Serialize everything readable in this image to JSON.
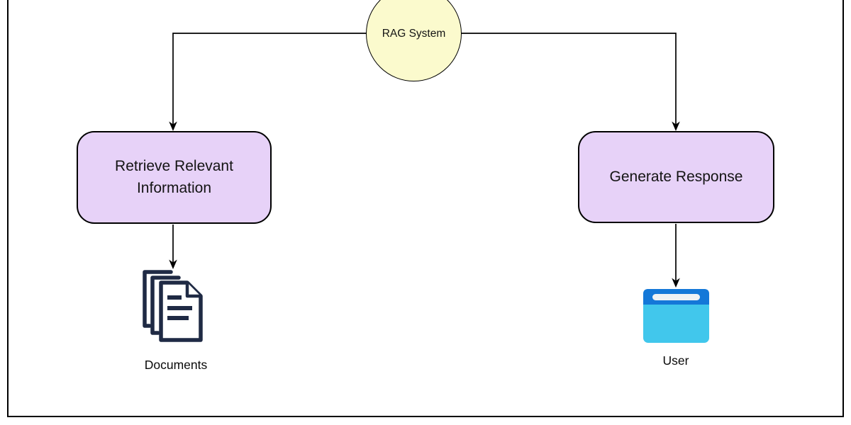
{
  "diagram": {
    "root_node": {
      "label": "RAG System",
      "shape": "circle"
    },
    "nodes": [
      {
        "id": "retrieve",
        "label": "Retrieve Relevant Information",
        "shape": "rounded-rect"
      },
      {
        "id": "generate",
        "label": "Generate Response",
        "shape": "rounded-rect"
      }
    ],
    "terminals": [
      {
        "id": "documents",
        "label": "Documents",
        "icon": "documents-stack-icon"
      },
      {
        "id": "user",
        "label": "User",
        "icon": "browser-window-icon"
      }
    ],
    "edges": [
      {
        "from": "RAG System",
        "to": "Retrieve Relevant Information"
      },
      {
        "from": "RAG System",
        "to": "Generate Response"
      },
      {
        "from": "Retrieve Relevant Information",
        "to": "Documents"
      },
      {
        "from": "Generate Response",
        "to": "User"
      }
    ],
    "colors": {
      "circle_fill": "#FBFACD",
      "box_fill": "#E7D2F8",
      "line": "#000000",
      "doc_icon_stroke": "#1F2A44",
      "browser_header": "#1478D8",
      "browser_body": "#41C7EC",
      "address_bar": "#EFF2F4"
    }
  }
}
